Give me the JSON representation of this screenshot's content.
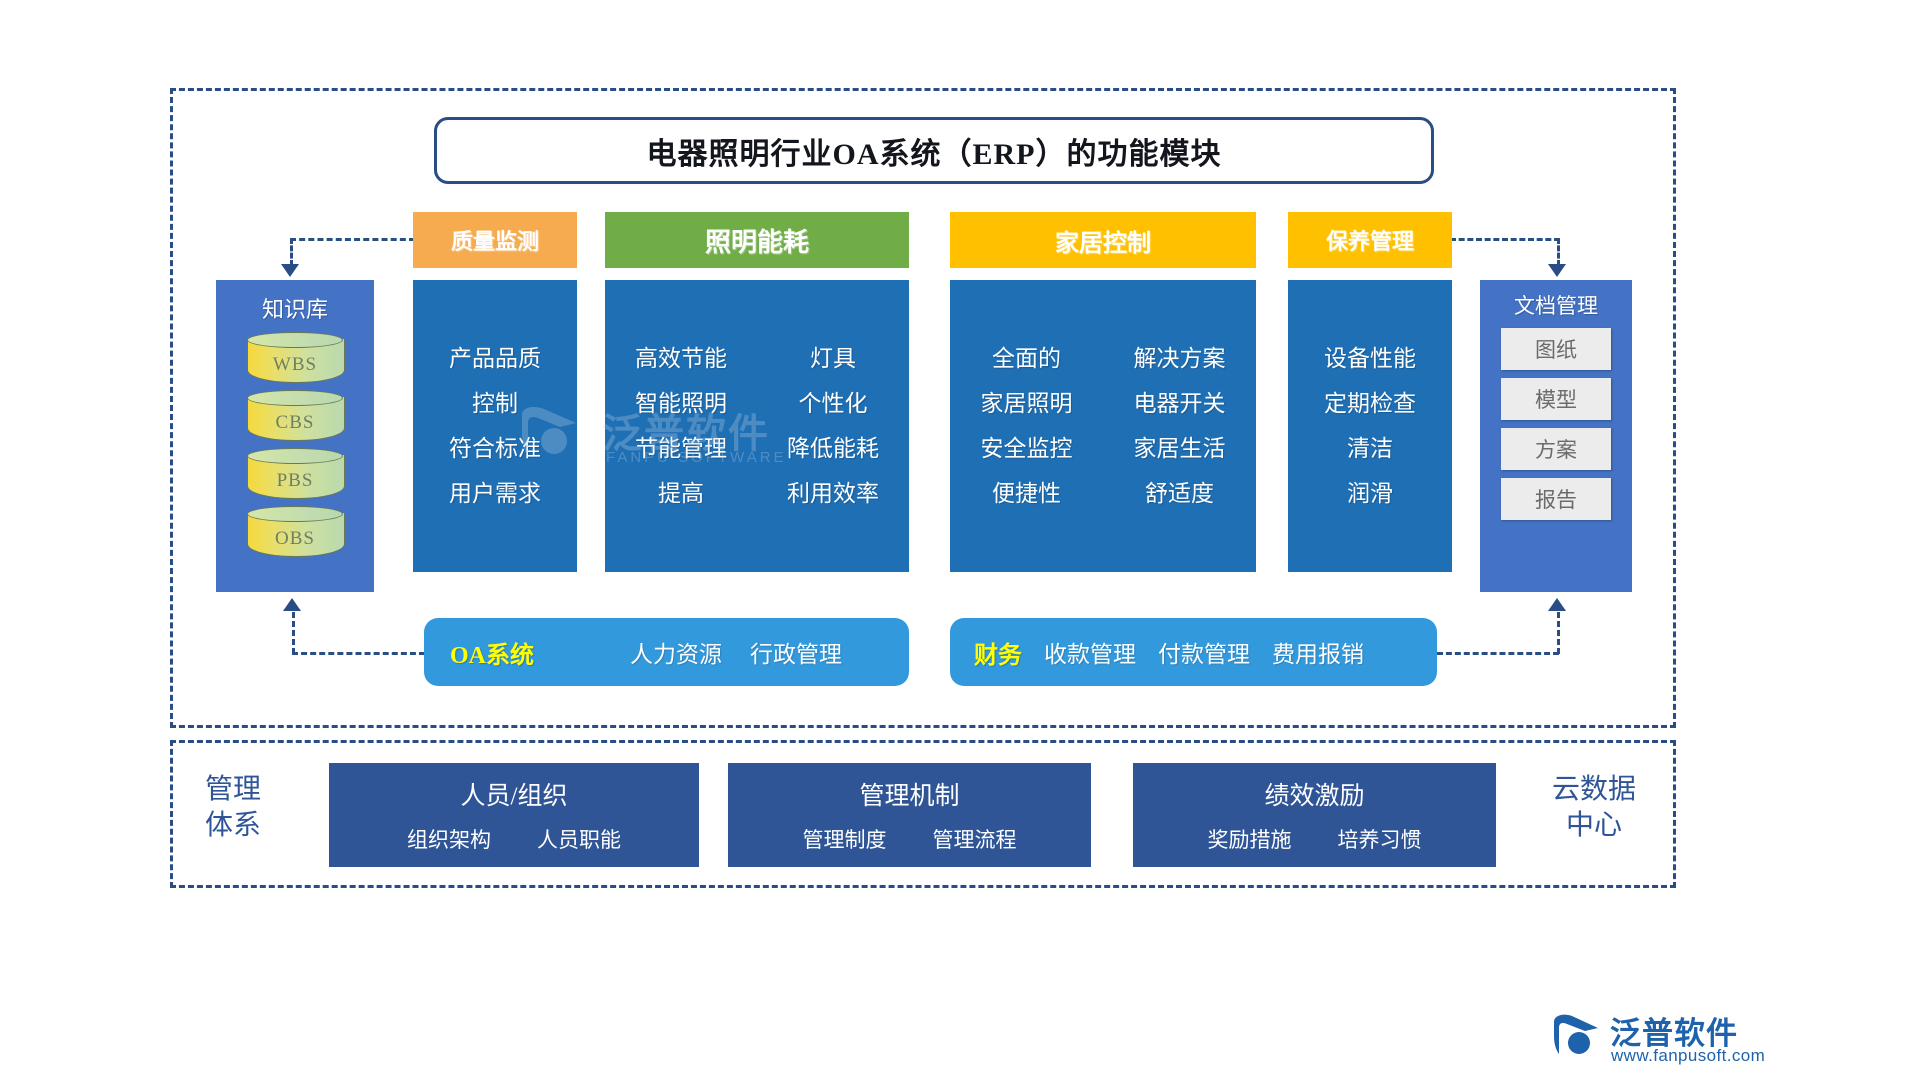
{
  "title": "电器照明行业OA系统（ERP）的功能模块",
  "colors": {
    "quality": "#f5ab4e",
    "energy": "#70ad47",
    "home": "#ffc000",
    "maintenance": "#ffc000",
    "panel": "#1f6fb5",
    "side_panel": "#4472c4",
    "pill": "#3399dd",
    "accent_yellow": "#ffff00",
    "frame": "#2a4d86",
    "mgmt_box": "#2f5597",
    "mgmt_label": "#2f5597"
  },
  "knowledge_base": {
    "title": "知识库",
    "cylinders": [
      "WBS",
      "CBS",
      "PBS",
      "OBS"
    ]
  },
  "categories": [
    {
      "header": "质量监测",
      "columns": 1,
      "rows": [
        [
          "产品品质"
        ],
        [
          "控制"
        ],
        [
          "符合标准"
        ],
        [
          "用户需求"
        ]
      ]
    },
    {
      "header": "照明能耗",
      "columns": 2,
      "rows": [
        [
          "高效节能",
          "灯具"
        ],
        [
          "智能照明",
          "个性化"
        ],
        [
          "节能管理",
          "降低能耗"
        ],
        [
          "提高",
          "利用效率"
        ]
      ]
    },
    {
      "header": "家居控制",
      "columns": 2,
      "rows": [
        [
          "全面的",
          "解决方案"
        ],
        [
          "家居照明",
          "电器开关"
        ],
        [
          "安全监控",
          "家居生活"
        ],
        [
          "便捷性",
          "舒适度"
        ]
      ]
    },
    {
      "header": "保养管理",
      "columns": 1,
      "rows": [
        [
          "设备性能"
        ],
        [
          "定期检查"
        ],
        [
          "清洁"
        ],
        [
          "润滑"
        ]
      ]
    }
  ],
  "document_management": {
    "title": "文档管理",
    "items": [
      "图纸",
      "模型",
      "方案",
      "报告"
    ]
  },
  "pills": [
    {
      "tag": "OA系统",
      "items": [
        "人力资源",
        "行政管理"
      ]
    },
    {
      "tag": "财务",
      "items": [
        "收款管理",
        "付款管理",
        "费用报销"
      ]
    }
  ],
  "bottom": {
    "left_label": "管理\n体系",
    "left_label_line1": "管理",
    "left_label_line2": "体系",
    "right_label_line1": "云数据",
    "right_label_line2": "中心",
    "boxes": [
      {
        "title": "人员/组织",
        "items": [
          "组织架构",
          "人员职能"
        ]
      },
      {
        "title": "管理机制",
        "items": [
          "管理制度",
          "管理流程"
        ]
      },
      {
        "title": "绩效激励",
        "items": [
          "奖励措施",
          "培养习惯"
        ]
      }
    ]
  },
  "watermark": {
    "center_text": "泛普软件",
    "center_sub": "FANPU SOFTWARE"
  },
  "logo": {
    "name": "泛普软件",
    "url": "www.fanpusoft.com"
  }
}
